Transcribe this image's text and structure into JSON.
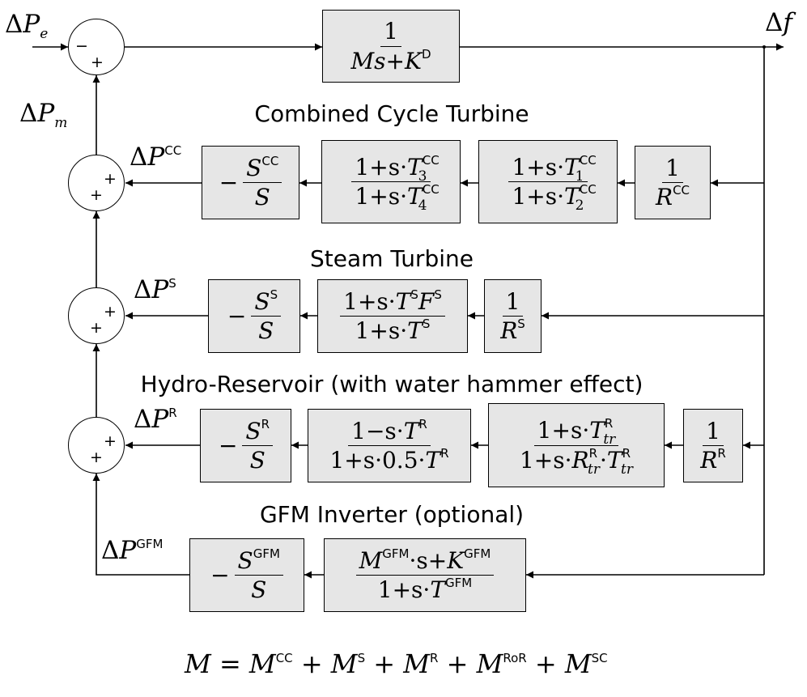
{
  "signals": {
    "delta": "Δ",
    "pe": "P",
    "pe_sub": "e",
    "pm": "P",
    "pm_sub": "m",
    "f": "f",
    "cc_sup": "CC",
    "s_sup": "S",
    "r_sup": "R",
    "gfm_sup": "GFM"
  },
  "titles": {
    "cc": "Combined Cycle Turbine",
    "steam": "Steam Turbine",
    "hydro": "Hydro-Reservoir (with water hammer effect)",
    "gfm": "GFM Inverter (optional)"
  },
  "signs": {
    "minus": "−",
    "plus": "+"
  },
  "blocks": {
    "main": {
      "num": "1",
      "den_a": "Ms",
      "den_b": "K",
      "den_sup": "D"
    },
    "cc_droop": {
      "num": "1",
      "den": "R",
      "den_sup": "CC"
    },
    "cc_lead1": {
      "num_a": "1+s·",
      "num_t": "T",
      "num_sub": "1",
      "num_sup": "CC",
      "den_a": "1+s·",
      "den_t": "T",
      "den_sub": "2",
      "den_sup": "CC"
    },
    "cc_lead2": {
      "num_a": "1+s·",
      "num_t": "T",
      "num_sub": "3",
      "num_sup": "CC",
      "den_a": "1+s·",
      "den_t": "T",
      "den_sub": "4",
      "den_sup": "CC"
    },
    "cc_gain": {
      "num": "S",
      "num_sup": "CC",
      "den": "S"
    },
    "s_droop": {
      "num": "1",
      "den": "R",
      "den_sup": "S"
    },
    "s_turb": {
      "num_a": "1+s·",
      "num_t": "T",
      "num_t_sup": "S",
      "num_f": "F",
      "num_f_sup": "S",
      "den_a": "1+s·",
      "den_t": "T",
      "den_sup": "S"
    },
    "s_gain": {
      "num": "S",
      "num_sup": "S",
      "den": "S"
    },
    "r_droop": {
      "num": "1",
      "den": "R",
      "den_sup": "R"
    },
    "r_gov": {
      "num_a": "1+s·",
      "num_t": "T",
      "num_sub": "tr",
      "num_sup": "R",
      "den_a": "1+s·",
      "den_r": "R",
      "den_r_sub": "tr",
      "den_r_sup": "R",
      "den_t": "T",
      "den_t_sub": "tr",
      "den_t_sup": "R"
    },
    "r_hammer": {
      "num_a": "1−s·",
      "num_t": "T",
      "num_sup": "R",
      "den_a": "1+s·0.5·",
      "den_t": "T",
      "den_sup": "R"
    },
    "r_gain": {
      "num": "S",
      "num_sup": "R",
      "den": "S"
    },
    "gfm_ctrl": {
      "num_m": "M",
      "num_m_sup": "GFM",
      "num_mid": "·s+",
      "num_k": "K",
      "num_k_sup": "GFM",
      "den_a": "1+s·",
      "den_t": "T",
      "den_sup": "GFM"
    },
    "gfm_gain": {
      "num": "S",
      "num_sup": "GFM",
      "den": "S"
    }
  },
  "equation": {
    "lhs": "M",
    "eq": " = ",
    "plus": " + ",
    "m": "M",
    "terms": [
      "CC",
      "S",
      "R",
      "RoR",
      "SC"
    ]
  }
}
